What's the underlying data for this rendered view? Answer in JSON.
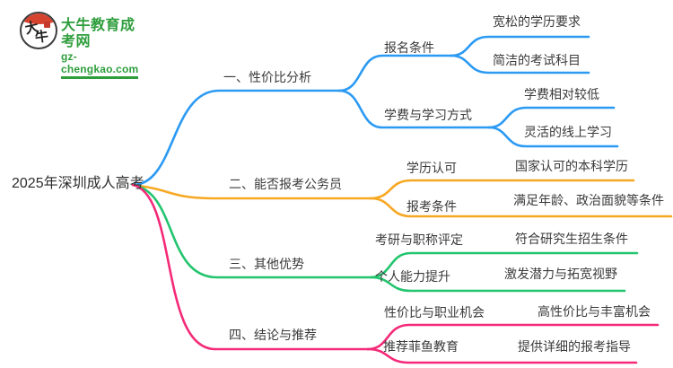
{
  "logo": {
    "icon_char_1": "大",
    "icon_char_2": "牛",
    "title": "大牛教育成考网",
    "subtitle": "gz-chengkao.com",
    "brand_green": "#2e9e3c",
    "brand_red": "#d5432e"
  },
  "central": {
    "label": "2025年深圳成人高考"
  },
  "branches": [
    {
      "label": "一、性价比分析",
      "color": "#2b9af3",
      "children": [
        {
          "label": "报名条件",
          "children": [
            {
              "label": "宽松的学历要求"
            },
            {
              "label": "简洁的考试科目"
            }
          ]
        },
        {
          "label": "学费与学习方式",
          "children": [
            {
              "label": "学费相对较低"
            },
            {
              "label": "灵活的线上学习"
            }
          ]
        }
      ]
    },
    {
      "label": "二、能否报考公务员",
      "color": "#f7a823",
      "children": [
        {
          "label": "学历认可",
          "children": [
            {
              "label": "国家认可的本科学历"
            }
          ]
        },
        {
          "label": "报考条件",
          "children": [
            {
              "label": "满足年龄、政治面貌等条件"
            }
          ]
        }
      ]
    },
    {
      "label": "三、其他优势",
      "color": "#22c46e",
      "children": [
        {
          "label": "考研与职称评定",
          "children": [
            {
              "label": "符合研究生招生条件"
            }
          ]
        },
        {
          "label": "个人能力提升",
          "children": [
            {
              "label": "激发潜力与拓宽视野"
            }
          ]
        }
      ]
    },
    {
      "label": "四、结论与推荐",
      "color": "#f42a78",
      "children": [
        {
          "label": "性价比与职业机会",
          "children": [
            {
              "label": "高性价比与丰富机会"
            }
          ]
        },
        {
          "label": "推荐菲鱼教育",
          "children": [
            {
              "label": "提供详细的报考指导"
            }
          ]
        }
      ]
    }
  ]
}
